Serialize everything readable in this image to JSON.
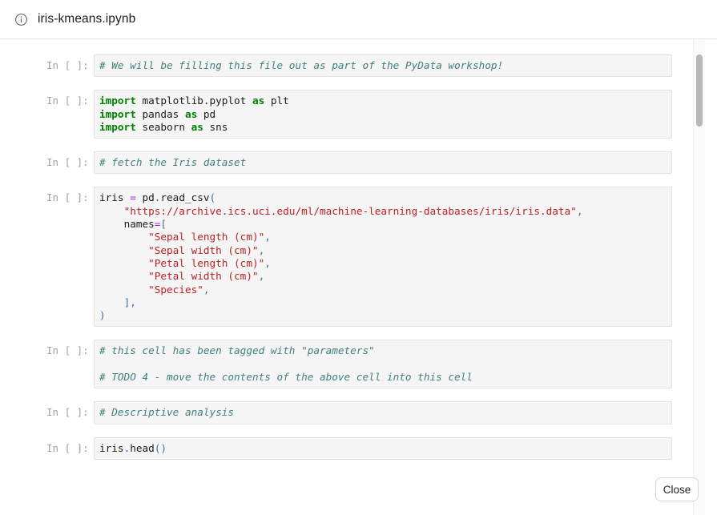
{
  "header": {
    "icon": "info-circle-icon",
    "title": "iris-kmeans.ipynb"
  },
  "notebook": {
    "prompt_label": "In [ ]:",
    "cells": [
      {
        "id": "cell-1",
        "prompt": "In [ ]:",
        "type": "code",
        "source": "# We will be filling this file out as part of the PyData workshop!"
      },
      {
        "id": "cell-2",
        "prompt": "In [ ]:",
        "type": "code",
        "source": "import matplotlib.pyplot as plt\nimport pandas as pd\nimport seaborn as sns"
      },
      {
        "id": "cell-3",
        "prompt": "In [ ]:",
        "type": "code",
        "source": "# fetch the Iris dataset"
      },
      {
        "id": "cell-4",
        "prompt": "In [ ]:",
        "type": "code",
        "source": "iris = pd.read_csv(\n    \"https://archive.ics.uci.edu/ml/machine-learning-databases/iris/iris.data\",\n    names=[\n        \"Sepal length (cm)\",\n        \"Sepal width (cm)\",\n        \"Petal length (cm)\",\n        \"Petal width (cm)\",\n        \"Species\",\n    ],\n)"
      },
      {
        "id": "cell-5",
        "prompt": "In [ ]:",
        "type": "code",
        "source": "# this cell has been tagged with \"parameters\"\n\n# TODO 4 - move the contents of the above cell into this cell"
      },
      {
        "id": "cell-6",
        "prompt": "In [ ]:",
        "type": "code",
        "source": "# Descriptive analysis"
      },
      {
        "id": "cell-7",
        "prompt": "In [ ]:",
        "type": "code",
        "source": "iris.head()"
      }
    ]
  },
  "footer": {
    "close_label": "Close"
  },
  "colors": {
    "comment": "#408080",
    "keyword": "#008000",
    "string": "#ba2121",
    "operator": "#a020f0",
    "punctuation": "#4070a0",
    "text": "#1a1a1a",
    "cell_background": "#f5f5f5",
    "cell_border": "#e3e3e3",
    "prompt": "#a0a0a0",
    "scrollbar_thumb": "#b8b8b8"
  }
}
